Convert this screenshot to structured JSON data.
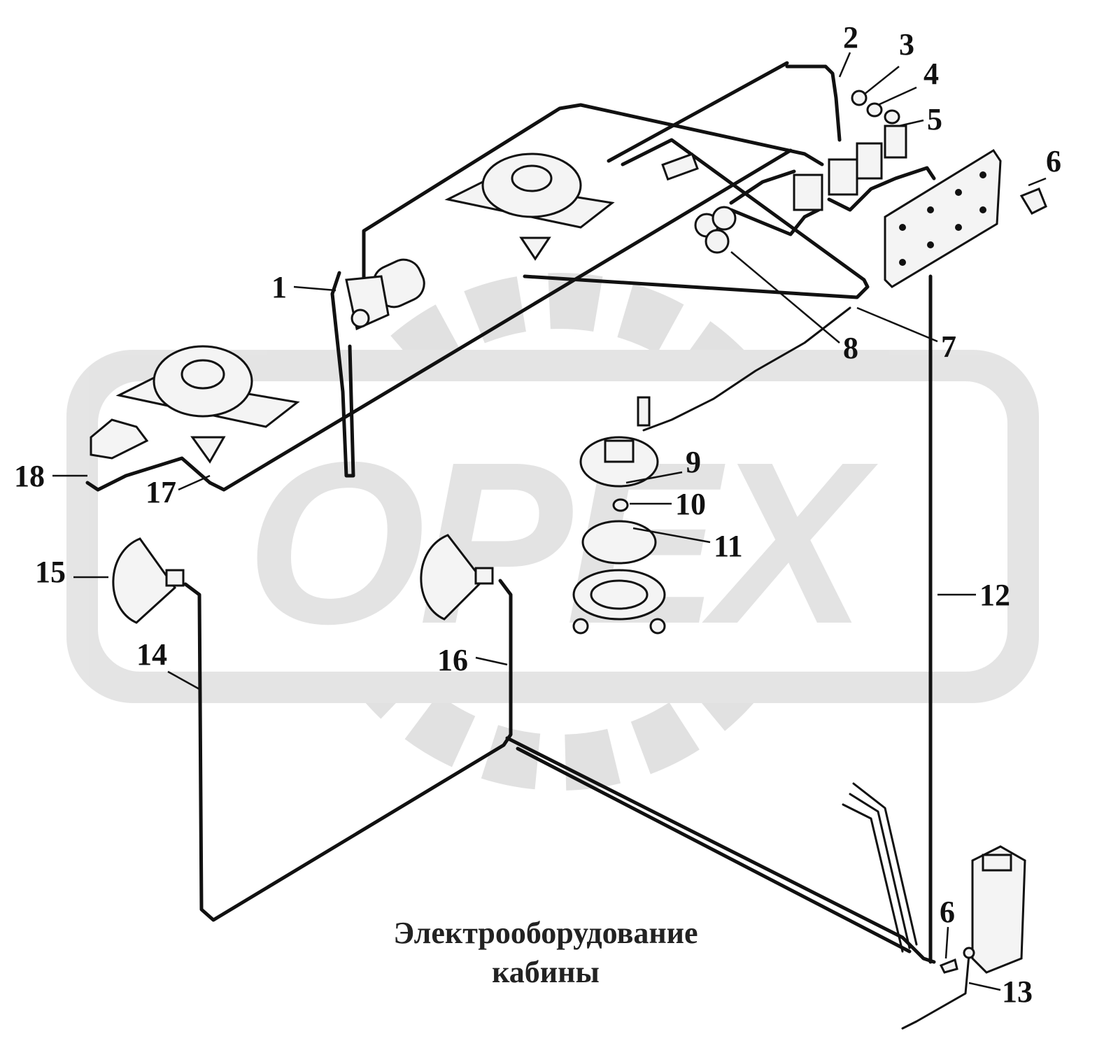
{
  "caption": {
    "line1": "Электрооборудование",
    "line2": "кабины"
  },
  "watermark": {
    "text": "OPEX",
    "color": "#d8d8d8"
  },
  "callouts": [
    "1",
    "2",
    "3",
    "4",
    "5",
    "6",
    "7",
    "8",
    "9",
    "10",
    "11",
    "12",
    "13",
    "14",
    "15",
    "16",
    "17",
    "18",
    "6"
  ]
}
